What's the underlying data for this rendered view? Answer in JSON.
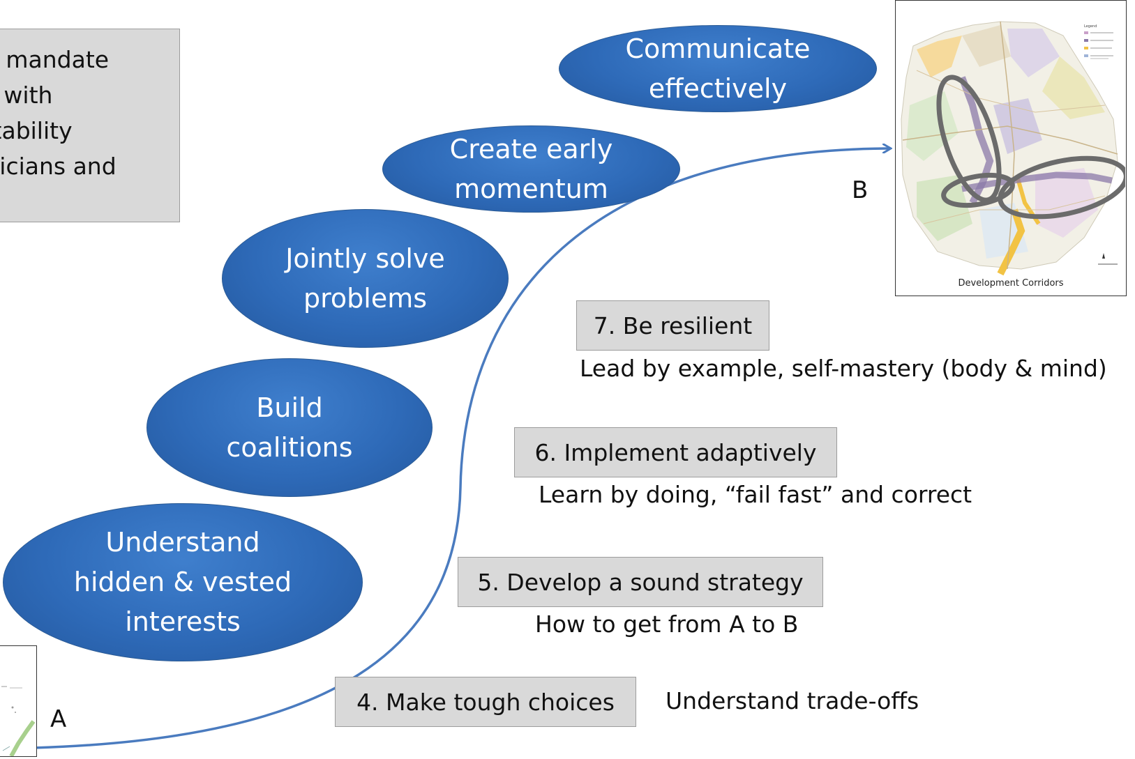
{
  "mandate_text": "Political mandate\n& goals with\naccountability\nfor politicians and\nment.",
  "ovals": [
    {
      "text": "Understand\nhidden & vested\ninterests"
    },
    {
      "text": "Build\ncoalitions"
    },
    {
      "text": "Jointly solve\nproblems"
    },
    {
      "text": "Create early\nmomentum"
    },
    {
      "text": "Communicate\neffectively"
    }
  ],
  "steps": [
    {
      "label": "4. Make tough choices",
      "note": "Understand trade-offs"
    },
    {
      "label": "5. Develop a sound strategy",
      "note": "How to get from A to B"
    },
    {
      "label": "6. Implement adaptively",
      "note": "Learn by doing, “fail fast” and correct"
    },
    {
      "label": "7. Be resilient",
      "note": "Lead by example, self-mastery (body & mind)"
    }
  ],
  "point_a": "A",
  "point_b": "B",
  "map_b_caption": "Development Corridors",
  "map_b_legend_title": "Legend",
  "colors": {
    "oval_fill": "#2e6ab8",
    "box_fill": "#d9d9d9",
    "curve": "#4a7bbf",
    "map_ring": "#6b6b6b"
  }
}
